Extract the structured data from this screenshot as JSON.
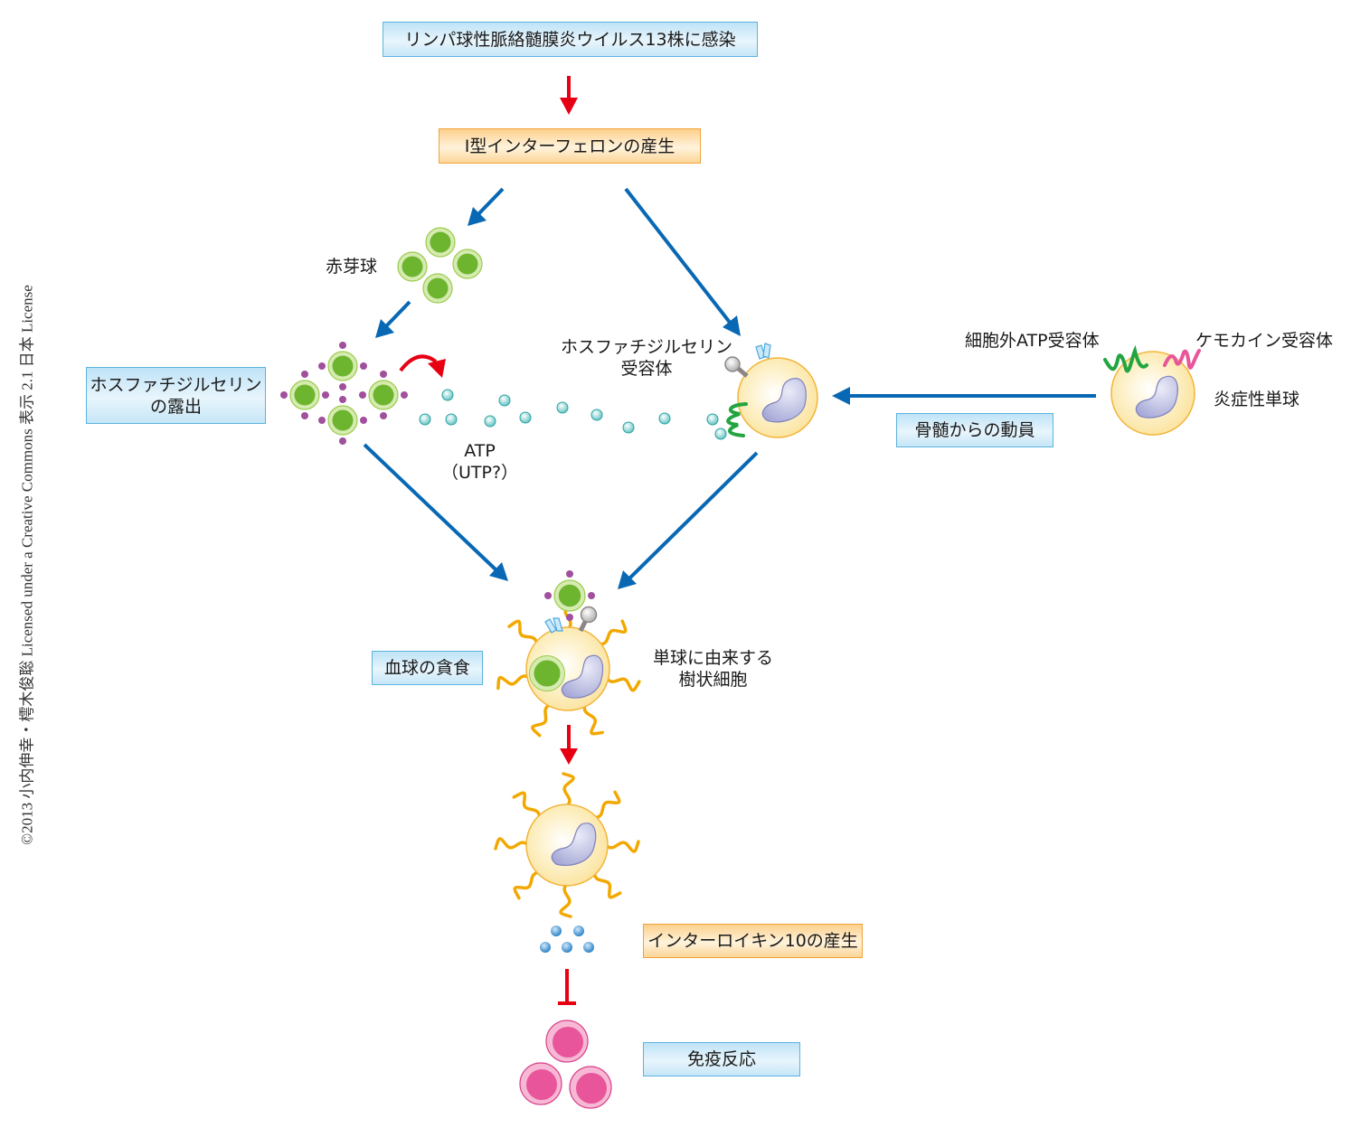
{
  "credit": "©2013 小内伸幸・樗木俊聡 Licensed under a Creative Commons 表示 2.1 日本 License",
  "boxes": {
    "infection": "リンパ球性脈絡髄膜炎ウイルス13株に感染",
    "interferon": "I型インターフェロンの産生",
    "ps_exposure_line1": "ホスファチジルセリン",
    "ps_exposure_line2": "の露出",
    "bone_marrow": "骨髄からの動員",
    "phagocytosis": "血球の貪食",
    "il10": "インターロイキン10の産生",
    "immune_response": "免疫反応"
  },
  "labels": {
    "erythroblast": "赤芽球",
    "ps_receptor_line1": "ホスファチジルセリン",
    "ps_receptor_line2": "受容体",
    "atp_line1": "ATP",
    "atp_line2": "（UTP?）",
    "atp_receptor": "細胞外ATP受容体",
    "chemokine_receptor": "ケモカイン受容体",
    "inflammatory_monocyte": "炎症性単球",
    "mo_dc_line1": "単球に由来する",
    "mo_dc_line2": "樹状細胞"
  },
  "colors": {
    "blue_arrow": "#0868b4",
    "red_arrow": "#e60012",
    "erythroblast_fill": "#6db52f",
    "erythroblast_ring": "#d6ebb0",
    "ps_dot": "#a0509c",
    "atp_dot": "#7fd0d0",
    "monocyte_fill": "#fbe6a6",
    "monocyte_border": "#f2b53a",
    "nucleus": "#a9acd8",
    "atp_receptor": "#22a540",
    "chemokine_receptor": "#e8559a",
    "dendrite": "#f2a800",
    "il10_dot": "#2f8fd0",
    "immune_cell": "#e8559a"
  }
}
